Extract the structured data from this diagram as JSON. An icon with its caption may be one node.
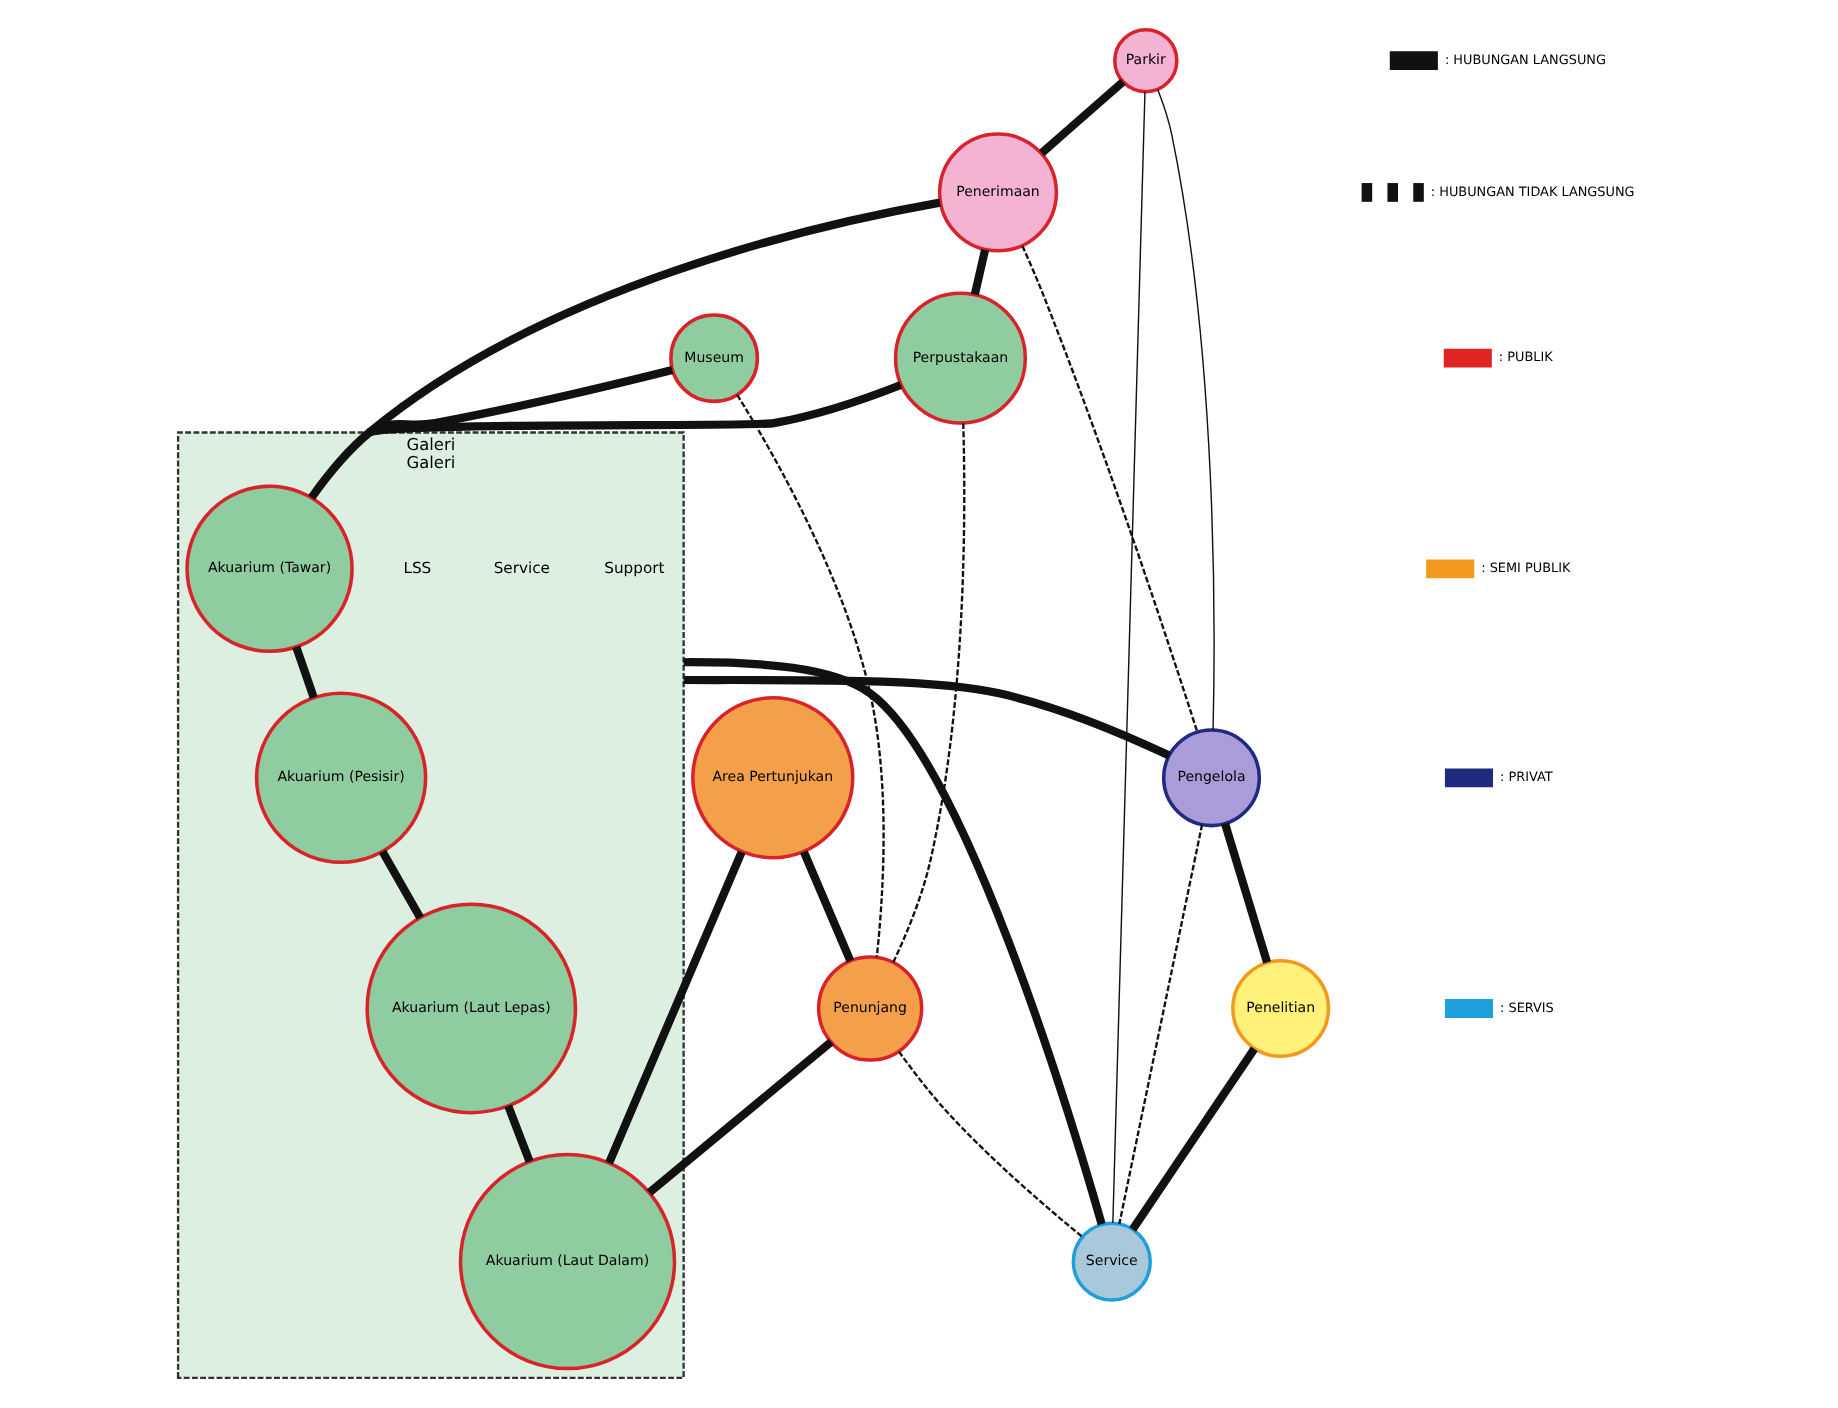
{
  "diagram": {
    "nodes": [
      {
        "text": [
          "Parkir"
        ]
      },
      {
        "text": [
          "Penerimaan"
        ]
      },
      {
        "text": [
          "Perpustakaan"
        ]
      },
      {
        "text": [
          "Galeri",
          "Galeri"
        ],
        "beside": [
          "Support",
          "Service",
          "LSS"
        ]
      },
      {
        "text": [
          "Akuarium (Tawar)"
        ],
        "in": 3
      },
      {
        "text": [
          "Akuarium (Pesisir)"
        ],
        "in": 3
      },
      {
        "text": [
          "Museum"
        ]
      },
      {
        "text": [
          "Area Pertunjukan"
        ]
      },
      {
        "text": [
          "Akuarium (Laut Lepas)"
        ],
        "in": 3
      },
      {
        "text": [
          "Pengelola"
        ]
      },
      {
        "text": [
          "Penunjang"
        ]
      },
      {
        "text": [
          "Akuarium (Laut Dalam)"
        ],
        "in": 3
      },
      {
        "text": [
          "Penelitian"
        ]
      },
      {
        "text": [
          "Service"
        ]
      }
    ],
    "edges": [
      {
        "from": 0,
        "to": 1,
        "arrow": "none"
      },
      {
        "from": 1,
        "to": 2,
        "arrow": "none"
      },
      {
        "from": 1,
        "to": 4,
        "arrow": "none"
      },
      {
        "from": 2,
        "to": 3,
        "arrow": "none"
      },
      {
        "from": 6,
        "to": 3,
        "arrow": "none"
      },
      {
        "from": 4,
        "to": 5,
        "arrow": "none"
      },
      {
        "from": 5,
        "to": 8,
        "arrow": "none"
      },
      {
        "from": 8,
        "to": 11,
        "arrow": "none"
      },
      {
        "from": 7,
        "to": 11,
        "arrow": "none"
      },
      {
        "from": 7,
        "to": 10,
        "arrow": "none"
      },
      {
        "from": 10,
        "to": 11,
        "arrow": "none"
      },
      {
        "from": 3,
        "to": 9,
        "arrow": "none"
      },
      {
        "from": 9,
        "to": 12,
        "arrow": "none"
      },
      {
        "from": 12,
        "to": 13,
        "arrow": "none"
      },
      {
        "from": 3,
        "to": 13,
        "arrow": "none"
      },
      {
        "from": 10,
        "to": 13,
        "arrow": "none",
        "style": "dashed"
      },
      {
        "from": 1,
        "to": 9,
        "arrow": "none",
        "style": "dashed"
      },
      {
        "from": 2,
        "to": 10,
        "arrow": "none",
        "style": "dashed"
      },
      {
        "from": 6,
        "to": 10,
        "arrow": "none",
        "style": "dashed"
      },
      {
        "from": 9,
        "to": 13,
        "arrow": "none",
        "style": "dashed"
      },
      {
        "from": 0,
        "to": 9,
        "arrow": "none"
      },
      {
        "from": 0,
        "to": 13,
        "arrow": "none"
      }
    ],
    "legend": [
      {
        "text": ": HUBUNGAN LANGSUNG"
      },
      {
        "text": ": HUBUNGAN TIDAK LANGSUNG"
      },
      {
        "text": ": PUBLIK",
        "color": "#e02424"
      },
      {
        "text": ": SEMI PUBLIK",
        "color": "#f39a1e"
      },
      {
        "text": ": PRIVAT",
        "color": "#1f2a80"
      },
      {
        "text": ": SERVIS",
        "color": "#1ea0dc"
      }
    ]
  }
}
